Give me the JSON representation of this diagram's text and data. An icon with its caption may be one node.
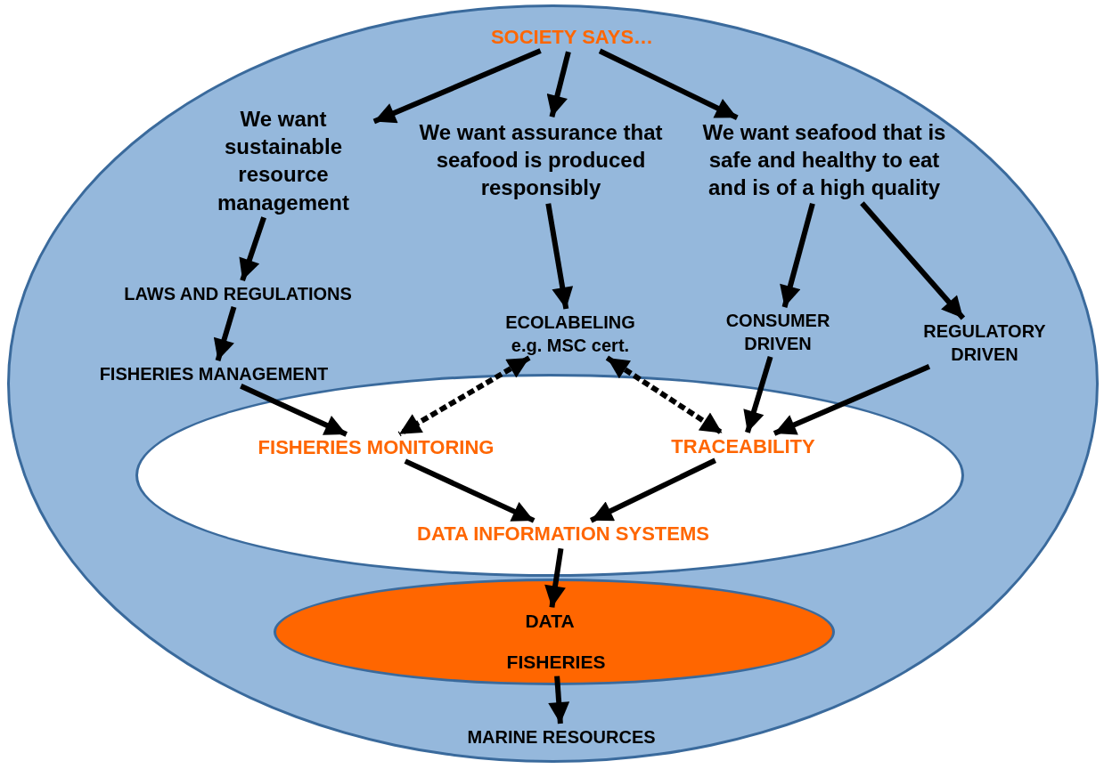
{
  "diagram": {
    "nodes": [
      {
        "text": [],
        "shape": "ellipse"
      },
      {
        "text": [
          "SOCIETY SAYS…"
        ],
        "in": 0
      },
      {
        "text": [
          "We want sustainable resource management"
        ],
        "in": 0
      },
      {
        "text": [
          "We want assurance that seafood is produced responsibly"
        ],
        "in": 0
      },
      {
        "text": [
          "We want seafood that is safe and healthy to eat and is of a high quality"
        ],
        "in": 0
      },
      {
        "text": [
          "LAWS AND REGULATIONS"
        ],
        "in": 0
      },
      {
        "text": [
          "FISHERIES MANAGEMENT"
        ],
        "in": 0
      },
      {
        "text": [
          "ECOLABELING",
          "e.g. MSC cert."
        ],
        "in": 0
      },
      {
        "text": [
          "CONSUMER DRIVEN"
        ],
        "in": 0
      },
      {
        "text": [
          "REGULATORY DRIVEN"
        ],
        "in": 0
      },
      {
        "text": [],
        "shape": "ellipse",
        "in": 0
      },
      {
        "text": [
          "FISHERIES MONITORING"
        ],
        "in": 10
      },
      {
        "text": [
          "TRACEABILITY"
        ],
        "in": 10
      },
      {
        "text": [
          "DATA INFORMATION SYSTEMS"
        ],
        "in": 10
      },
      {
        "text": [],
        "shape": "ellipse",
        "in": 0
      },
      {
        "text": [
          "DATA"
        ],
        "in": 14
      },
      {
        "text": [
          "FISHERIES"
        ],
        "in": 14
      },
      {
        "text": [
          "MARINE RESOURCES"
        ],
        "in": 0
      }
    ],
    "edges": [
      {
        "from": 1,
        "to": 2,
        "arrow": "to"
      },
      {
        "from": 1,
        "to": 3,
        "arrow": "to"
      },
      {
        "from": 1,
        "to": 4,
        "arrow": "to"
      },
      {
        "from": 2,
        "to": 5,
        "arrow": "to"
      },
      {
        "from": 5,
        "to": 6,
        "arrow": "to"
      },
      {
        "from": 3,
        "to": 7,
        "arrow": "to"
      },
      {
        "from": 4,
        "to": 8,
        "arrow": "to"
      },
      {
        "from": 4,
        "to": 9,
        "arrow": "to"
      },
      {
        "from": 6,
        "to": 11,
        "arrow": "to"
      },
      {
        "from": 7,
        "to": 11,
        "arrow": "both",
        "style": "dashed"
      },
      {
        "from": 7,
        "to": 12,
        "arrow": "both",
        "style": "dashed"
      },
      {
        "from": 8,
        "to": 12,
        "arrow": "to"
      },
      {
        "from": 9,
        "to": 12,
        "arrow": "to"
      },
      {
        "from": 11,
        "to": 13,
        "arrow": "to"
      },
      {
        "from": 12,
        "to": 13,
        "arrow": "to"
      },
      {
        "from": 13,
        "to": 15,
        "arrow": "to"
      },
      {
        "from": 16,
        "to": 17,
        "arrow": "to"
      }
    ]
  }
}
